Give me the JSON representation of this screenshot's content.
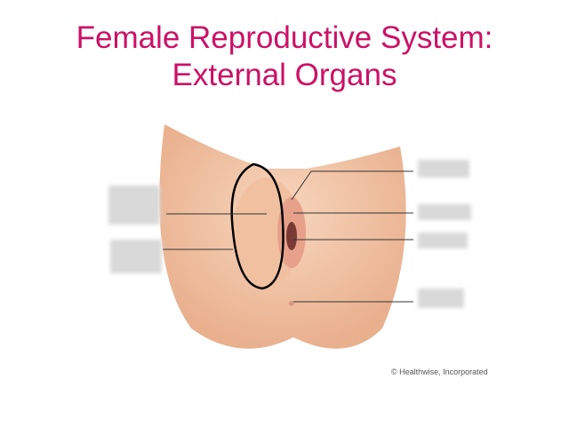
{
  "slide": {
    "title_line1": "Female Reproductive System:",
    "title_line2": "External Organs",
    "credit": "© Healthwise, Incorporated"
  },
  "colors": {
    "title": "#cc1166",
    "skin": "#f2c7a8",
    "annotation": "#000000"
  },
  "labels": {
    "hidden_label_count": 6
  }
}
